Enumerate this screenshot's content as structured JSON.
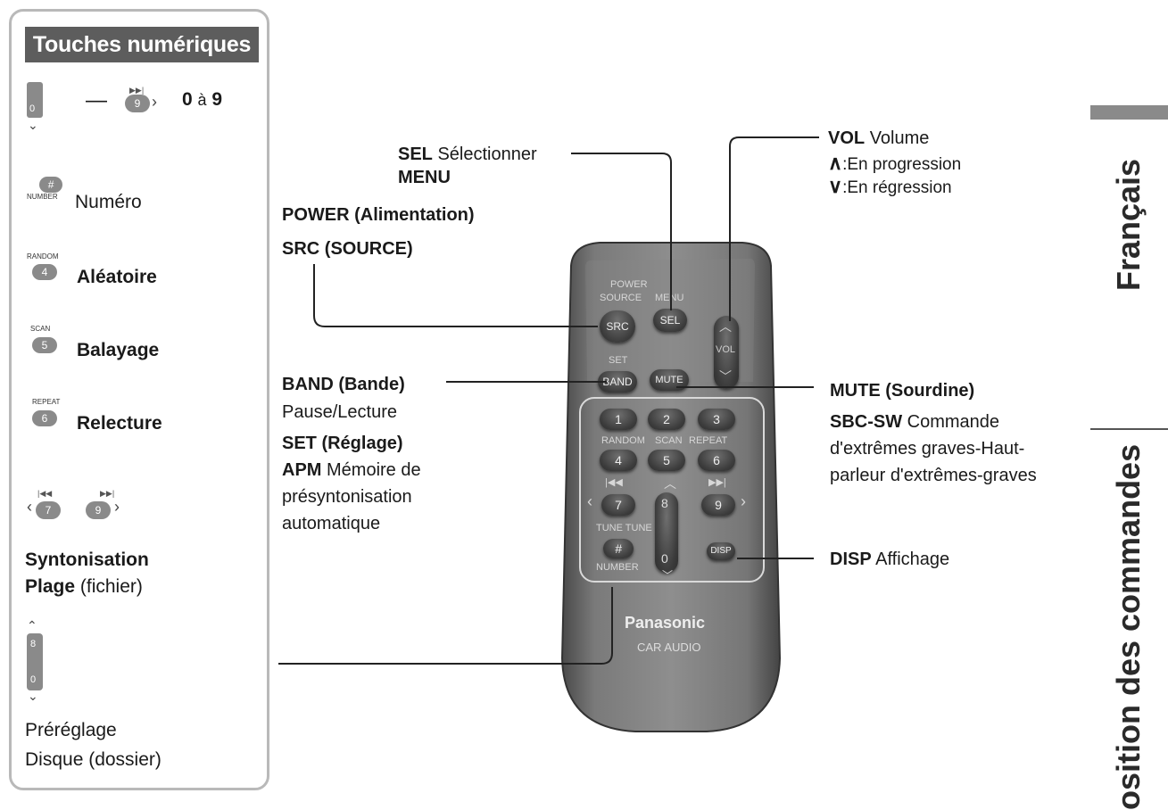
{
  "panel": {
    "title": "Touches numériques",
    "num_key_0": "0",
    "num_key_9": "9",
    "dash": "—",
    "range_0": "0",
    "range_a": "à",
    "range_9": "9",
    "number_key_symbol": "#",
    "number_key_label": "NUMBER",
    "number_text": "Numéro",
    "random_tag": "RANDOM",
    "random_key": "4",
    "random_text": "Aléatoire",
    "scan_tag": "SCAN",
    "scan_key": "5",
    "scan_text": "Balayage",
    "repeat_tag": "REPEAT",
    "repeat_key": "6",
    "repeat_text": "Relecture",
    "tune_key_left": "7",
    "tune_key_right": "9",
    "tune_line1": "Syntonisation",
    "tune_line2_bold": "Plage",
    "tune_line2_rest": "(fichier)",
    "preset_key_top": "8",
    "preset_key_bottom": "0",
    "preset_line1": "Préréglage",
    "preset_line2": "Disque (dossier)"
  },
  "callouts": {
    "sel_bold": "SEL",
    "sel_text": "Sélectionner",
    "menu_bold": "MENU",
    "power": "POWER (Alimentation)",
    "src": "SRC (SOURCE)",
    "band_bold": "BAND (Bande)",
    "band_text": "Pause/Lecture",
    "set_bold": "SET (Réglage)",
    "apm_bold": "APM",
    "apm_text1": "Mémoire de",
    "apm_text2": "présyntonisation",
    "apm_text3": "automatique",
    "vol_bold": "VOL",
    "vol_text": "Volume",
    "vol_up": ":En progression",
    "vol_down": ":En régression",
    "mute_bold": "MUTE (Sourdine)",
    "sbc_bold": "SBC-SW",
    "sbc_text1": "Commande",
    "sbc_text2": "d'extrêmes graves-Haut-",
    "sbc_text3": "parleur d'extrêmes-graves",
    "disp_bold": "DISP",
    "disp_text": "Affichage"
  },
  "remote": {
    "power_label": "POWER",
    "source_label": "SOURCE",
    "menu_label": "MENU",
    "src_button": "SRC",
    "sel_button": "SEL",
    "vol_label": "VOL",
    "set_label": "SET",
    "band_button": "BAND",
    "mute_label": "MUTE",
    "keys_row1": [
      "1",
      "2",
      "3"
    ],
    "random_label": "RANDOM",
    "scan_label": "SCAN",
    "repeat_label": "REPEAT",
    "keys_row2": [
      "4",
      "5",
      "6"
    ],
    "key_7": "7",
    "key_8": "8",
    "key_0": "0",
    "key_9": "9",
    "tune_label": "TUNE TUNE",
    "number_key": "#",
    "number_label": "NUMBER",
    "disp_button": "DISP",
    "brand": "Panasonic",
    "subbrand": "CAR AUDIO"
  },
  "side_tab": {
    "language": "Français",
    "section": "osition des commandes"
  }
}
